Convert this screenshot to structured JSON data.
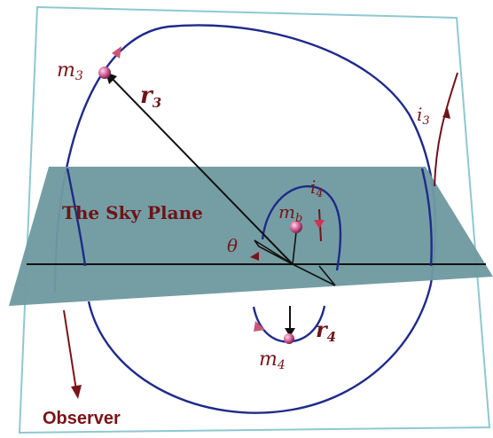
{
  "labels": {
    "m3": "m",
    "m3_sub": "3",
    "r3": "r",
    "r3_sub": "3",
    "i3": "i",
    "i3_sub": "3",
    "i4": "i",
    "i4_sub": "4",
    "mb": "m",
    "mb_sub": "b",
    "theta": "θ",
    "r4": "r",
    "r4_sub": "4",
    "m4": "m",
    "m4_sub": "4",
    "sky_plane": "The Sky Plane",
    "observer": "Observer"
  },
  "colors": {
    "sky_plane_fill": "#6f9aa0",
    "orbit": "#1f2a8a",
    "frame": "#8ec8d0",
    "vector": "#111111",
    "accent": "#7a1418",
    "arrowhead": "#cc5577",
    "body_sphere": "#c85a82"
  }
}
